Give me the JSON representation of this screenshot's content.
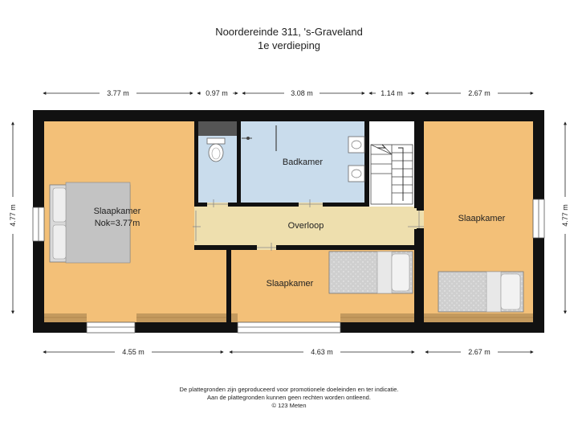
{
  "header": {
    "title": "Noordereinde 311, 's-Graveland",
    "subtitle": "1e verdieping"
  },
  "dimensions": {
    "top": [
      "3.77 m",
      "0.97 m",
      "3.08 m",
      "1.14 m",
      "2.67 m"
    ],
    "bottom": [
      "4.55 m",
      "4.63 m",
      "2.67 m"
    ],
    "left": "4.77 m",
    "right": "4.77 m"
  },
  "rooms": {
    "bedroom_left": "Slaapkamer",
    "bedroom_left_note": "Nok=3.77m",
    "bathroom": "Badkamer",
    "landing": "Overloop",
    "bedroom_middle": "Slaapkamer",
    "bedroom_right": "Slaapkamer"
  },
  "colors": {
    "wall": "#111111",
    "bedroom_floor": "#f3c078",
    "bathroom_floor": "#c9dcec",
    "landing_floor": "#eedfae",
    "bed": "#c8c8c8",
    "floor_strip": "#c49a5e"
  },
  "footer": {
    "line1": "De plattegronden zijn geproduceerd voor promotionele doeleinden en ter indicatie.",
    "line2": "Aan de plattegronden kunnen geen rechten worden ontleend.",
    "line3": "© 123 Meten"
  }
}
